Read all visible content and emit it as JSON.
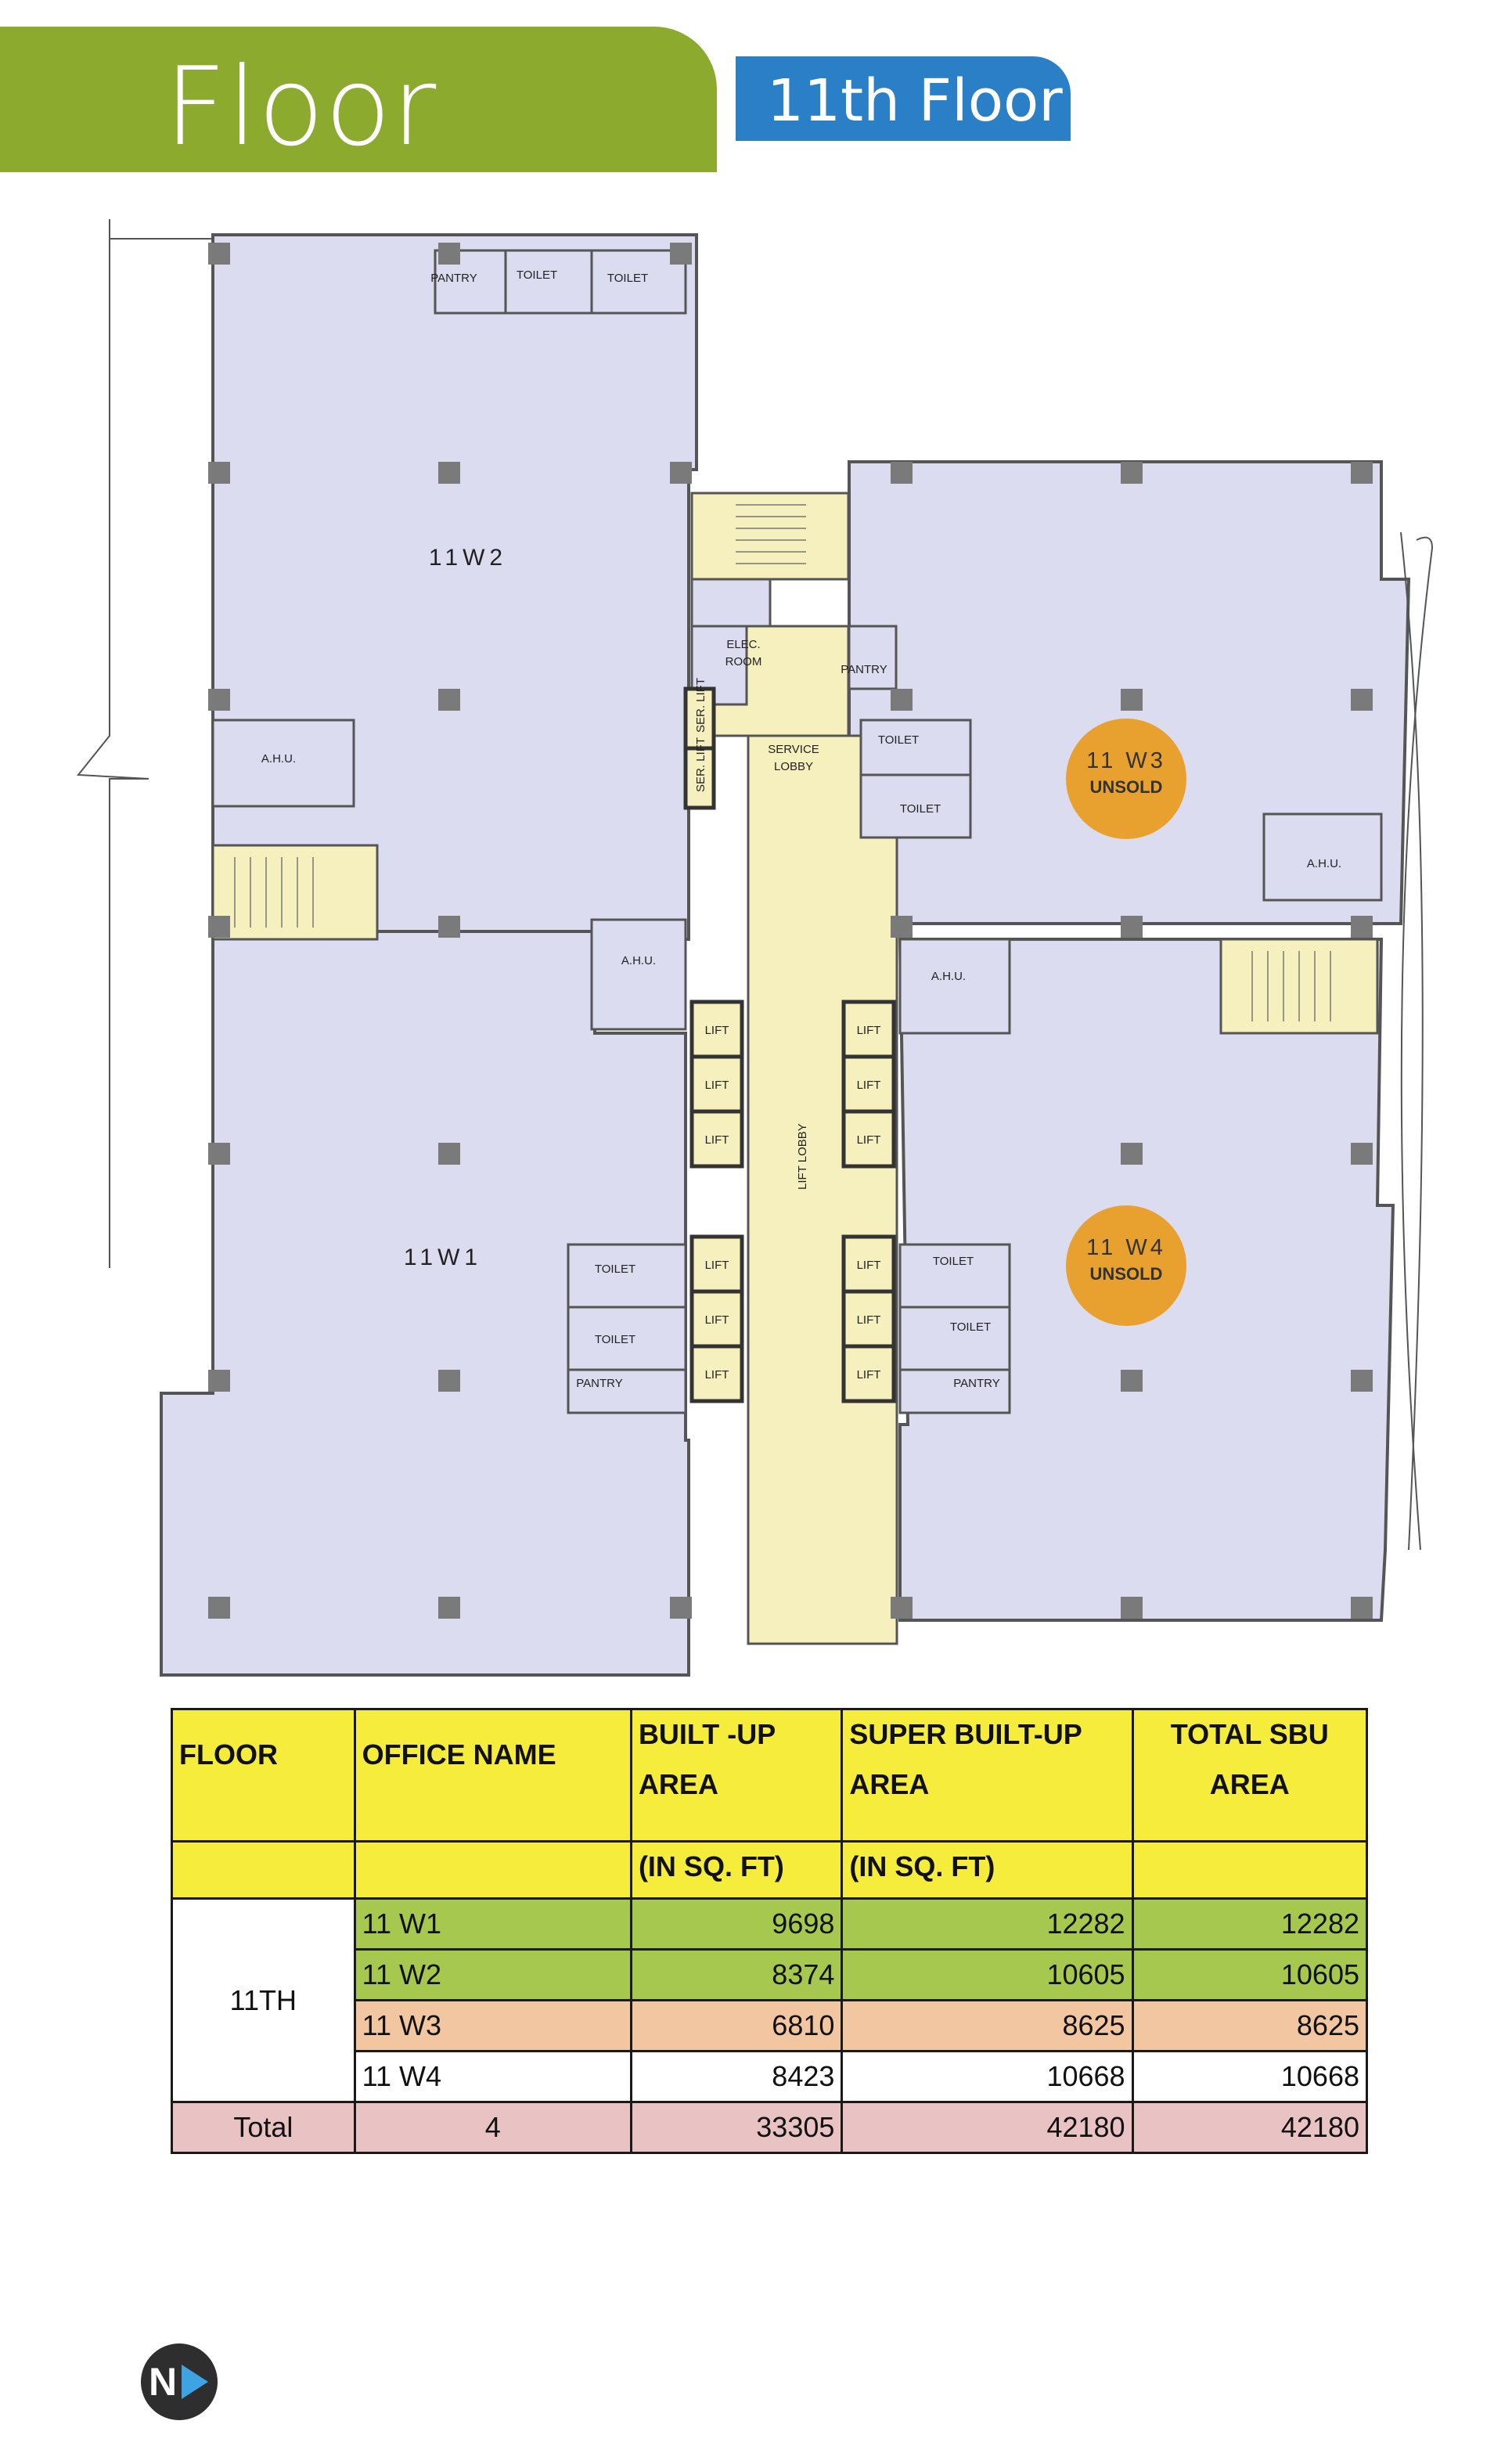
{
  "header": {
    "title": "Floor Plans",
    "floor_tab": "11th Floor"
  },
  "plan": {
    "units": {
      "w1": "11W1",
      "w2": "11W2",
      "w3": {
        "name": "11 W3",
        "status": "UNSOLD"
      },
      "w4": {
        "name": "11 W4",
        "status": "UNSOLD"
      }
    },
    "rooms": {
      "pantry": "PANTRY",
      "toilet": "TOILET",
      "ahu": "A.H.U.",
      "elec_line1": "ELEC.",
      "elec_line2": "ROOM",
      "service_line1": "SERVICE",
      "service_line2": "LOBBY",
      "ser_lift": "SER. LIFT",
      "lift": "LIFT",
      "lift_lobby": "LIFT LOBBY"
    },
    "colors": {
      "office_fill": "#dcdcf0",
      "core_fill": "#f5f0bd",
      "column": "#7a7a7a",
      "badge": "#e8a12e"
    }
  },
  "table": {
    "headers": {
      "floor": "FLOOR",
      "office": "OFFICE NAME",
      "built_up_line1": "BUILT -UP",
      "built_up_line2": "AREA",
      "built_up_unit": "(IN SQ. FT)",
      "super_line1": "SUPER BUILT-UP",
      "super_line2": "AREA",
      "super_unit": "(IN SQ. FT)",
      "sbu_line1": "TOTAL SBU",
      "sbu_line2": "AREA"
    },
    "floor_value": "11TH",
    "rows": [
      {
        "office": "11 W1",
        "built_up": "9698",
        "super": "12282",
        "sbu": "12282",
        "color": "#a6c84e"
      },
      {
        "office": "11 W2",
        "built_up": "8374",
        "super": "10605",
        "sbu": "10605",
        "color": "#a6c84e"
      },
      {
        "office": "11 W3",
        "built_up": "6810",
        "super": "8625",
        "sbu": "8625",
        "color": "#f2c6a1"
      },
      {
        "office": "11 W4",
        "built_up": "8423",
        "super": "10668",
        "sbu": "10668",
        "color": "#ffffff"
      }
    ],
    "total": {
      "label": "Total",
      "count": "4",
      "built_up": "33305",
      "super": "42180",
      "sbu": "42180"
    }
  },
  "compass": {
    "letter": "N"
  }
}
